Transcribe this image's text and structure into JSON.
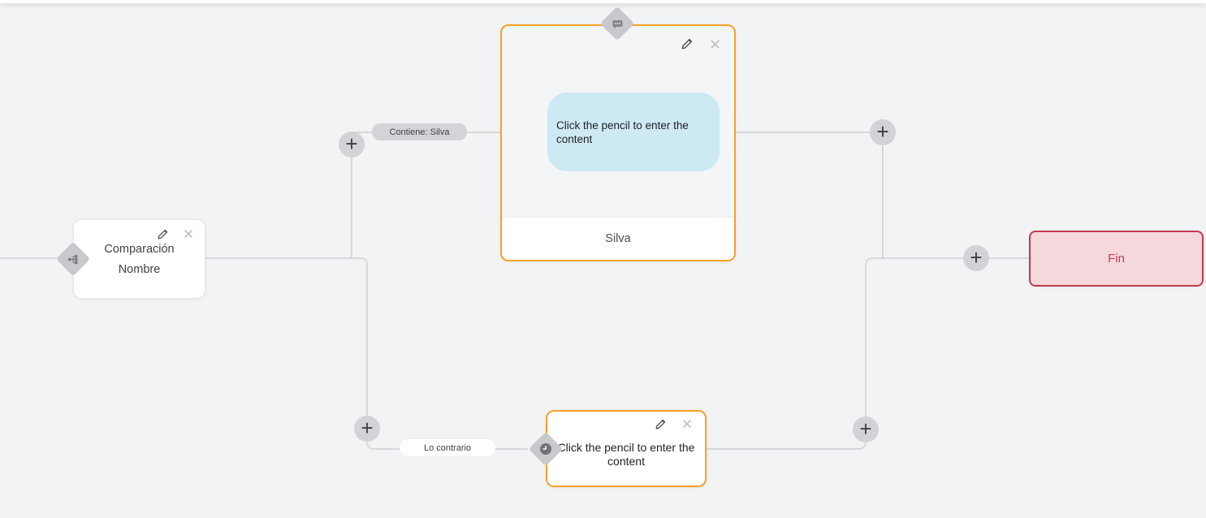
{
  "nodes": {
    "comparison": {
      "title": "Comparación",
      "subtitle": "Nombre",
      "type_icon": "branch-icon"
    },
    "message": {
      "placeholder": "Click the pencil to enter the content",
      "footer_label": "Silva",
      "type_icon": "chat-bubble-icon"
    },
    "delay": {
      "placeholder": "Click the pencil to enter the content",
      "type_icon": "clock-icon"
    },
    "end": {
      "label": "Fin"
    }
  },
  "edges": {
    "labels": {
      "contains": "Contiene: Silva",
      "otherwise": "Lo contrario"
    }
  },
  "controls": {
    "add_label": "+"
  },
  "colors": {
    "canvas_bg": "#f2f3f5",
    "active_node_border": "#f5a127",
    "message_bubble_bg": "#cde9f4",
    "end_node_bg": "#f5d8dc",
    "end_node_border": "#c23b50",
    "edge_line": "#d7d8dc",
    "edge_pill_bg": "#d3d4d8",
    "diamond_bg": "#c8c9cd"
  }
}
